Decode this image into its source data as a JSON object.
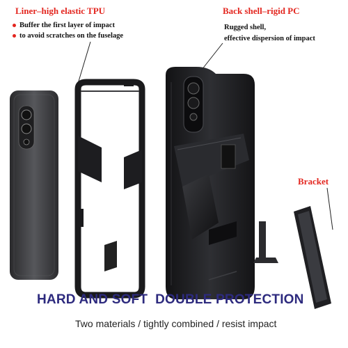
{
  "left_callout": {
    "title": "Liner–high elastic TPU",
    "line1": "Buffer the first layer of impact",
    "line2": "to avoid scratches on the fuselage"
  },
  "right_callout": {
    "title": "Back shell–rigid PC",
    "line1": "Rugged shell,",
    "line2": "effective dispersion of impact"
  },
  "bracket_label": "Bracket",
  "headline": "HARD AND SOFT  DOUBLE PROTECTION",
  "subline": "Two materials / tightly combined / resist impact",
  "colors": {
    "label_red": "#e3261f",
    "headline_navy": "#2d2a7e",
    "case_black": "#1b1b1d",
    "phone_gray": "#3a3a3d"
  }
}
